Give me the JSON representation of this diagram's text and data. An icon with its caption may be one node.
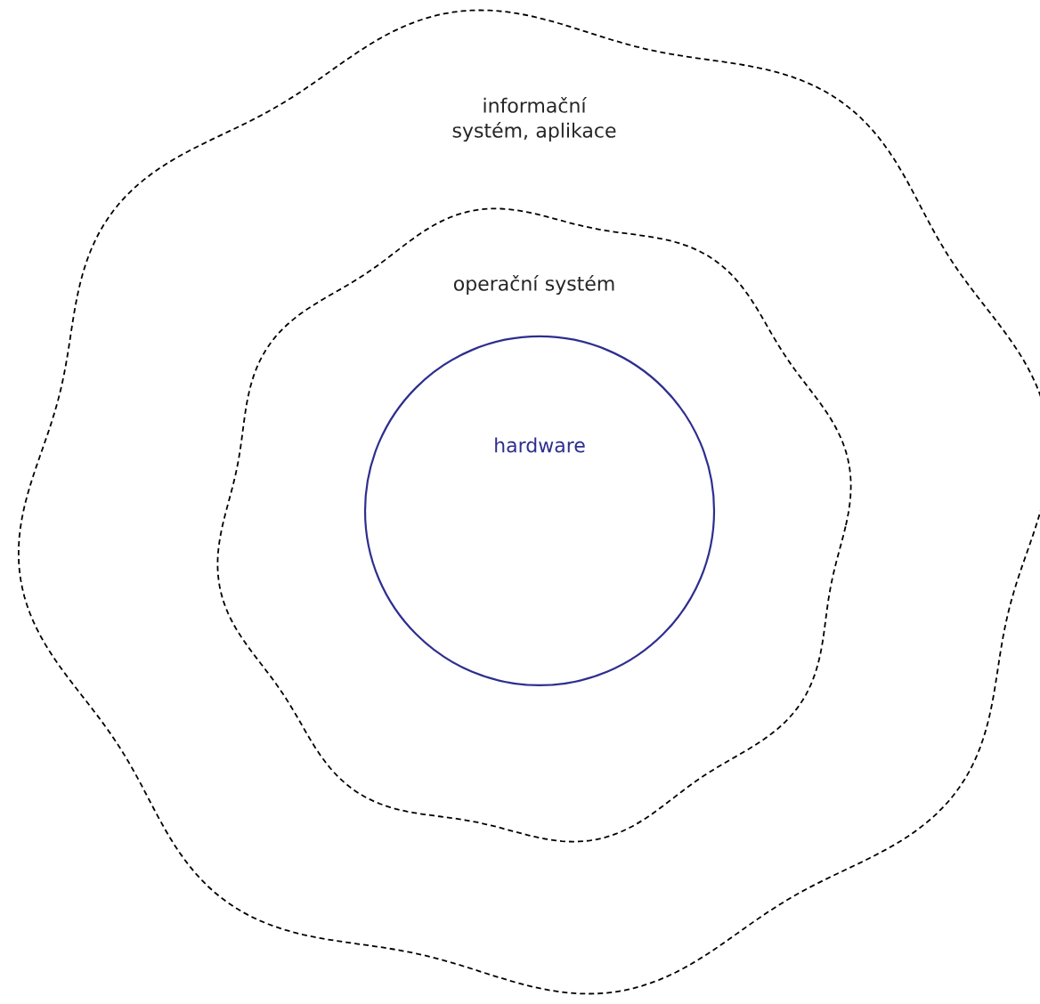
{
  "diagram": {
    "nodes": [
      {
        "text": [
          "informační systém, aplikace"
        ]
      },
      {
        "text": [
          "operační systém"
        ],
        "in": 0
      },
      {
        "text": [
          "hardware"
        ],
        "in": 1
      }
    ]
  }
}
